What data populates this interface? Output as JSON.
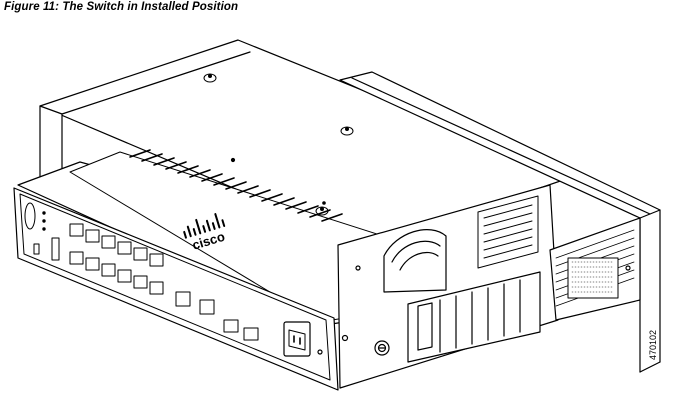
{
  "caption": "Figure 11: The Switch in Installed Position",
  "figure_id": "470102",
  "brand_label": "cisco"
}
